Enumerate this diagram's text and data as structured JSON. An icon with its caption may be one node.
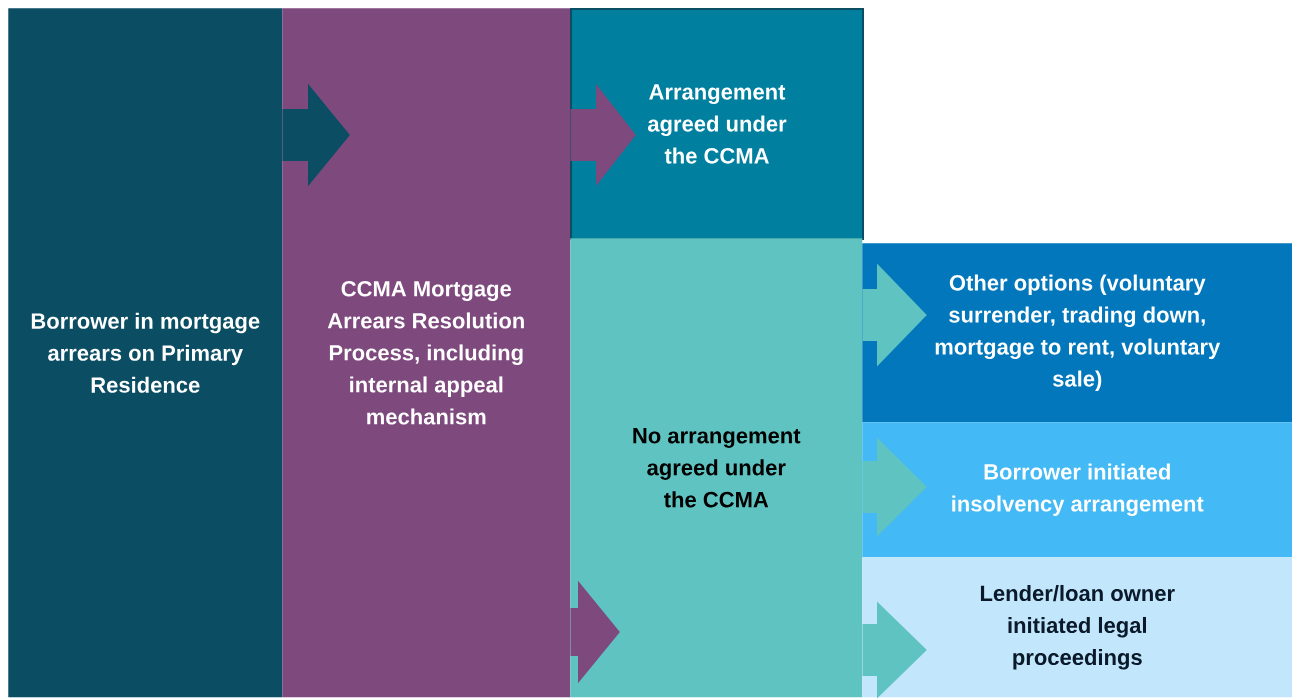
{
  "diagram": {
    "nodes": [
      {
        "text": [
          "Borrower in mortgage arrears on Primary Residence"
        ]
      },
      {
        "text": [
          "CCMA Mortgage Arrears Resolution Process, including internal appeal mechanism"
        ]
      },
      {
        "text": [
          "Arrangement agreed under the CCMA"
        ]
      },
      {
        "text": [
          "No arrangement agreed under the CCMA"
        ]
      },
      {
        "text": [
          "Other options (voluntary surrender, trading down, mortgage to rent, voluntary sale)"
        ]
      },
      {
        "text": [
          "Borrower initiated insolvency arrangement"
        ]
      },
      {
        "text": [
          "Lender/loan owner initiated legal proceedings"
        ]
      }
    ],
    "edges": [
      {
        "from": 0,
        "to": 1,
        "arrow": "to",
        "color": "#0b4d63"
      },
      {
        "from": 1,
        "to": 2,
        "arrow": "to",
        "color": "#7e4a7e"
      },
      {
        "from": 1,
        "to": 3,
        "arrow": "to",
        "color": "#7e4a7e"
      },
      {
        "from": 3,
        "to": 4,
        "arrow": "to"
      },
      {
        "from": 3,
        "to": 5,
        "arrow": "to"
      },
      {
        "from": 3,
        "to": 6,
        "arrow": "to"
      }
    ]
  }
}
